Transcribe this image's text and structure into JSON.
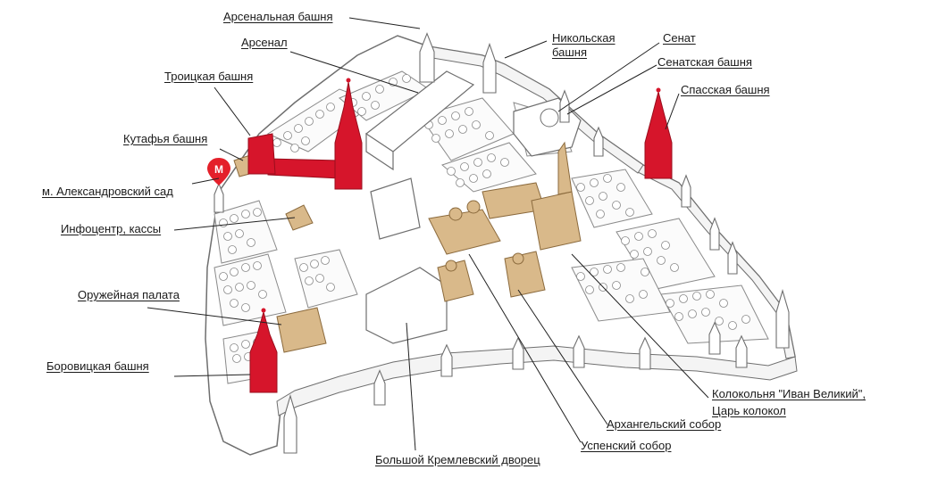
{
  "colors": {
    "tower_red": "#d6152b",
    "cathedral_tan": "#d9b98a",
    "outline": "#6f6f6f",
    "ground": "#ffffff",
    "metro": "#e4202a",
    "label_line": "#222222"
  },
  "metro": {
    "icon": "metro-m-icon",
    "letter": "М"
  },
  "labels": {
    "arsenal_tower": "Арсенальная башня",
    "arsenal": "Арсенал",
    "trinity_tower": "Троицкая башня",
    "kutafya_tower": "Кутафья башня",
    "metro_station": "м. Александровский сад",
    "infocenter": "Инфоцентр, кассы",
    "armoury": "Оружейная палата",
    "borovitskaya_tower": "Боровицкая башня",
    "nikolskaya_tower_line1": "Никольская",
    "nikolskaya_tower_line2": "башня",
    "senate": "Сенат",
    "senate_tower": "Сенатская башня",
    "spasskaya_tower": "Спасская башня",
    "ivan_bell_tower_line1": "Колокольня \"Иван Великий\",",
    "ivan_bell_tower_line2": "Царь колокол",
    "archangel_cathedral": "Архангельский собор",
    "assumption_cathedral": "Успенский собор",
    "grand_palace": "Большой Кремлевский дворец"
  }
}
